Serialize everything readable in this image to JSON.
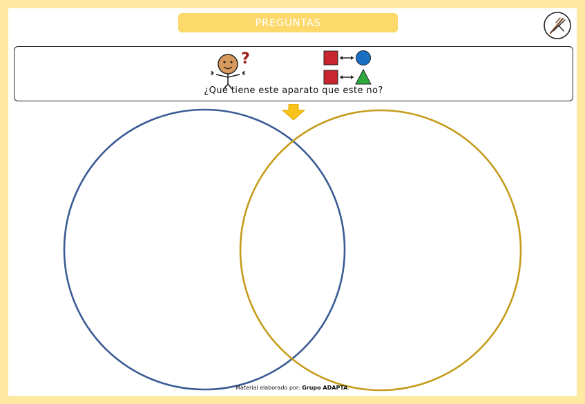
{
  "header": {
    "title": "PREGUNTAS"
  },
  "question": {
    "text": "¿Qué tiene este aparato que este no?",
    "pictograms": [
      "thinking-person-icon",
      "square-circle-compare-icon",
      "square-triangle-compare-icon"
    ]
  },
  "venn": {
    "left_color": "#3a5b95",
    "right_color": "#c59b1a"
  },
  "footer": {
    "prefix": "Material elaborado por: ",
    "author": "Grupo ADAPTA",
    "suffix": "."
  },
  "colors": {
    "background": "#fde9a0",
    "title_bar": "#fdd86a",
    "arrow": "#f7c21a"
  }
}
